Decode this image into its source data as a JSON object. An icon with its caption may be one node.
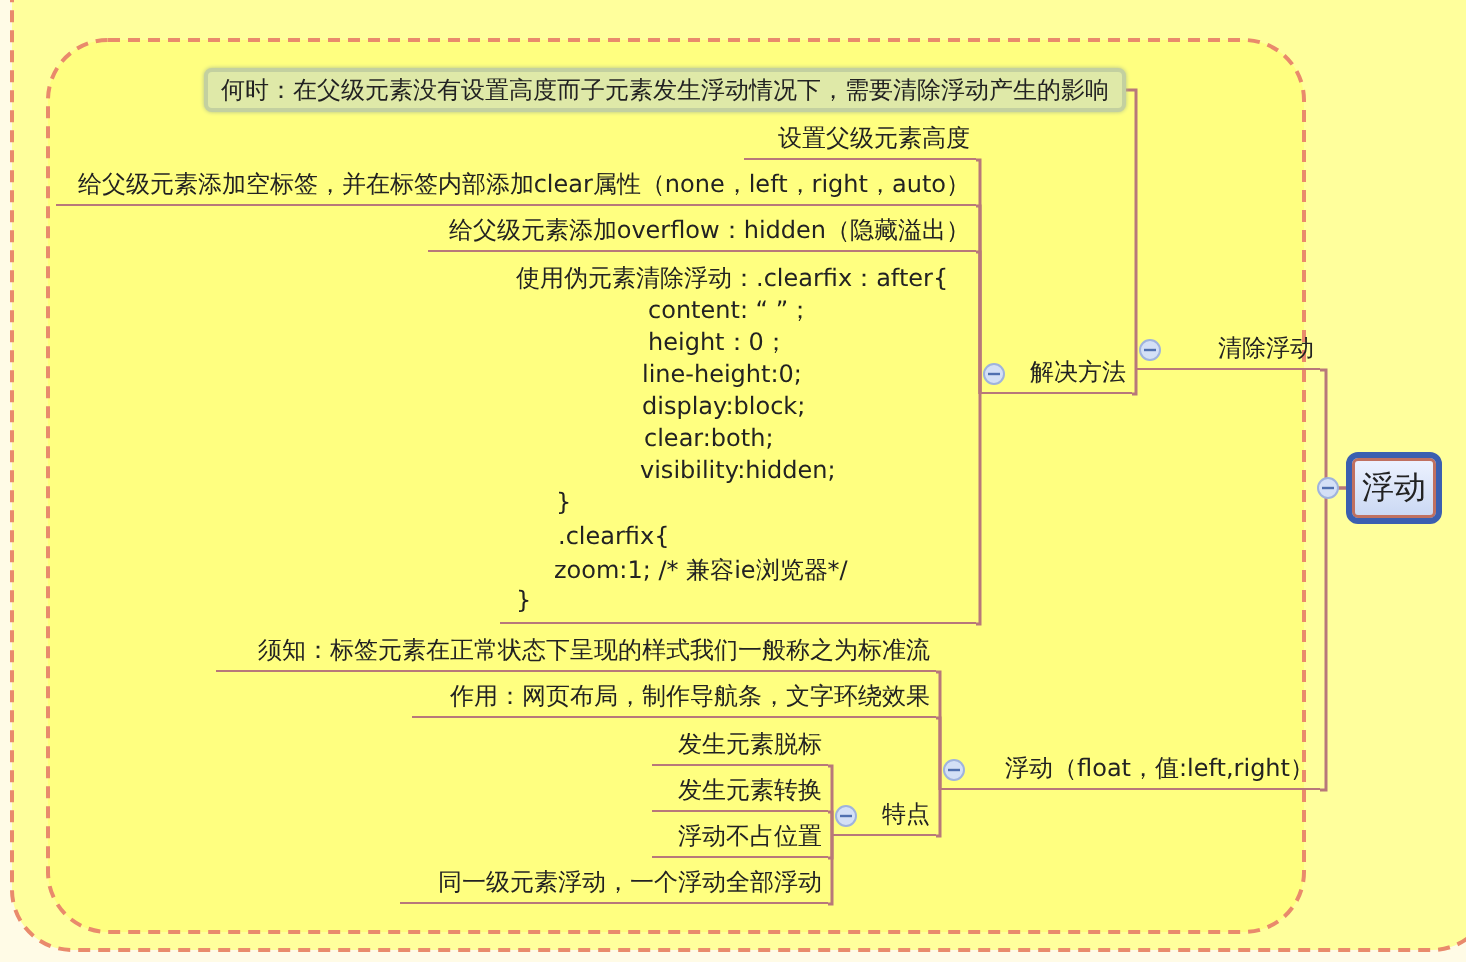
{
  "diagram": {
    "nodes": [
      {
        "text": [
          "浮动"
        ]
      },
      {
        "text": [
          "清除浮动"
        ]
      },
      {
        "text": [
          "何时：在父级元素没有设置高度而子元素发生浮动情况下，需要清除浮动产生的影响"
        ]
      },
      {
        "text": [
          "解决方法"
        ]
      },
      {
        "text": [
          "设置父级元素高度"
        ]
      },
      {
        "text": [
          "给父级元素添加空标签，并在标签内部添加clear属性（none，left，right，auto）"
        ]
      },
      {
        "text": [
          "给父级元素添加overflow：hidden（隐藏溢出）"
        ]
      },
      {
        "text": [
          "使用伪元素清除浮动：.clearfix：after{",
          "content: “ ”；",
          "height：0；",
          "line-height:0;",
          "display:block;",
          "clear:both;",
          "visibility:hidden;",
          "}",
          ".clearfix{",
          "zoom:1;  /* 兼容ie浏览器*/",
          "}"
        ]
      },
      {
        "text": [
          "浮动（float，值:left,right）"
        ]
      },
      {
        "text": [
          "须知：标签元素在正常状态下呈现的样式我们一般称之为标准流"
        ]
      },
      {
        "text": [
          "作用：网页布局，制作导航条，文字环绕效果"
        ]
      },
      {
        "text": [
          "特点"
        ]
      },
      {
        "text": [
          "发生元素脱标"
        ]
      },
      {
        "text": [
          "发生元素转换"
        ]
      },
      {
        "text": [
          "浮动不占位置"
        ]
      },
      {
        "text": [
          "同一级元素浮动，一个浮动全部浮动"
        ]
      }
    ],
    "edges": [
      {
        "from": 0,
        "to": 1,
        "arrow": "none"
      },
      {
        "from": 1,
        "to": 2,
        "arrow": "none"
      },
      {
        "from": 1,
        "to": 3,
        "arrow": "none"
      },
      {
        "from": 3,
        "to": 4,
        "arrow": "none"
      },
      {
        "from": 3,
        "to": 5,
        "arrow": "none"
      },
      {
        "from": 3,
        "to": 6,
        "arrow": "none"
      },
      {
        "from": 3,
        "to": 7,
        "arrow": "none"
      },
      {
        "from": 0,
        "to": 8,
        "arrow": "none"
      },
      {
        "from": 8,
        "to": 9,
        "arrow": "none"
      },
      {
        "from": 8,
        "to": 10,
        "arrow": "none"
      },
      {
        "from": 8,
        "to": 11,
        "arrow": "none"
      },
      {
        "from": 11,
        "to": 12,
        "arrow": "none"
      },
      {
        "from": 11,
        "to": 13,
        "arrow": "none"
      },
      {
        "from": 11,
        "to": 14,
        "arrow": "none"
      },
      {
        "from": 11,
        "to": 15,
        "arrow": "none"
      }
    ]
  }
}
